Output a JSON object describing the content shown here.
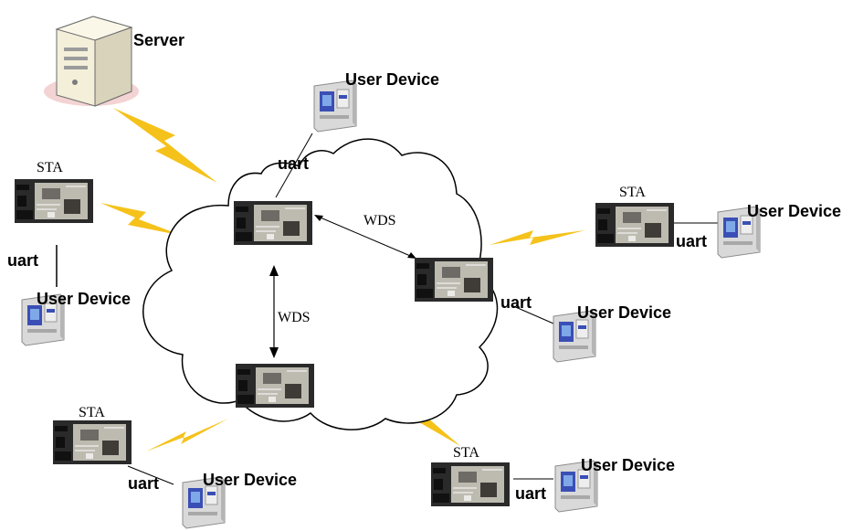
{
  "labels": {
    "server": "Server",
    "user_device": "User Device",
    "sta": "STA",
    "uart": "uart",
    "wds": "WDS"
  },
  "colors": {
    "lightning": "#f5c21b",
    "cloud_stroke": "#000000",
    "module_board": "#2a2a2a",
    "module_face": "#bdbab0",
    "device_blue": "#3a4fb5",
    "server_body": "#f3efd9"
  },
  "icons": {
    "server": "server-tower-icon",
    "user_device": "user-device-icon",
    "module": "wireless-module-icon",
    "link": "lightning-bolt-icon",
    "network": "cloud-icon"
  }
}
